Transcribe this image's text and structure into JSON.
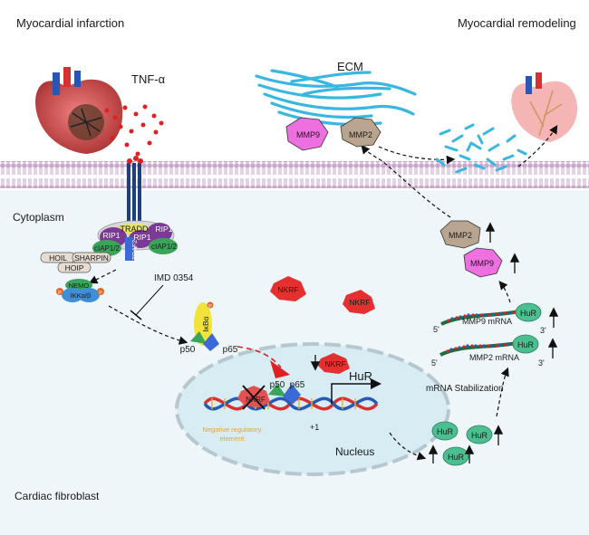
{
  "labels": {
    "myocardial_infarction": "Myocardial infarction",
    "myocardial_remodeling": "Myocardial remodeling",
    "tnf_alpha": "TNF-α",
    "ecm": "ECM",
    "cytoplasm": "Cytoplasm",
    "cardiac_fibroblast": "Cardiac fibroblast",
    "nucleus": "Nucleus",
    "imd": "IMD 0354",
    "mrna_stabilization": "mRNA Stabilization",
    "negative_element_line1": "Negative regulatory",
    "negative_element_line2": "element",
    "plus_one": "+1"
  },
  "proteins": {
    "tradd": "TRADD",
    "rip1": "RIP1",
    "ciap": "cIAP1/2",
    "traf": "TRAF2",
    "hoil": "HOIL",
    "sharpin": "SHARPIN",
    "hoip": "HOIP",
    "nemo": "NEMO",
    "ikk": "IKKα/β",
    "ikb": "IκBα",
    "p50": "p50",
    "p65": "p65",
    "nkrf": "NKRF",
    "hur": "HuR",
    "mmp9": "MMP9",
    "mmp2": "MMP2",
    "phospho": "P"
  },
  "mrna": {
    "mmp9": "MMP9 mRNA",
    "mmp2": "MMP2 mRNA",
    "five_prime": "5'",
    "three_prime": "3'"
  },
  "colors": {
    "membrane": "#c9a6cc",
    "cytoplasm_bg": "#eef6fa",
    "nucleus_fill": "#d7ecf3",
    "ecm_fiber": "#3ab7e0",
    "rip1": "#7a3a96",
    "ciap": "#3aa55a",
    "hur": "#4bbf8f",
    "mmp9": "#ee6fe0",
    "mmp2": "#b9a58f",
    "nkrf": "#e53030",
    "ikb": "#f2e33a",
    "dna_red": "#d93030",
    "dna_blue": "#2a5ab0",
    "mrna_green": "#1e6b3e",
    "negative_text": "#e8a23a"
  }
}
